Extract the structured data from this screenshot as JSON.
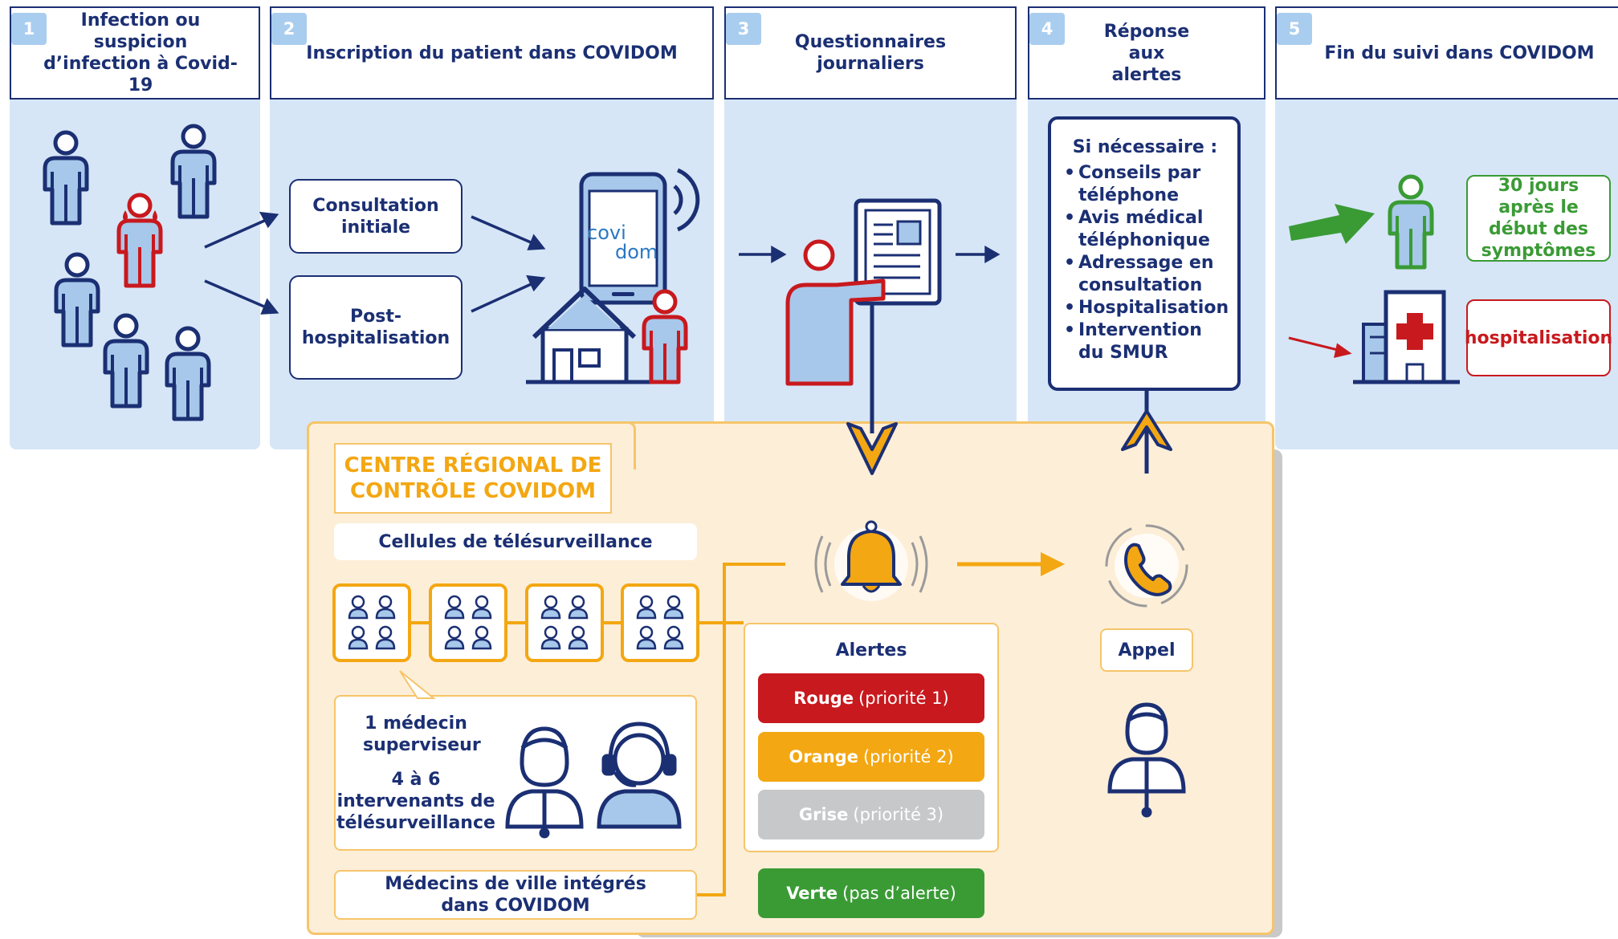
{
  "stages": [
    {
      "num": "1",
      "title": "Infection ou suspicion d’infection à Covid-19"
    },
    {
      "num": "2",
      "title": "Inscription du patient dans COVIDOM"
    },
    {
      "num": "3",
      "title": "Questionnaires journaliers"
    },
    {
      "num": "4",
      "title": "Réponse aux alertes"
    },
    {
      "num": "5",
      "title": "Fin du suivi dans COVIDOM"
    }
  ],
  "inscription": {
    "consultation": "Consultation initiale",
    "post_hospitalisation": "Post-hospitalisation",
    "app_name_line1": "covi",
    "app_name_line2": "dom"
  },
  "response": {
    "heading": "Si nécessaire :",
    "items": [
      "Conseils par téléphone",
      "Avis médical téléphonique",
      "Adressage en consultation",
      "Hospitalisation",
      "Intervention du SMUR"
    ]
  },
  "end": {
    "recovery": "30 jours après le début des symptômes",
    "hospitalisation": "hospitalisation"
  },
  "centre": {
    "title": "CENTRE RÉGIONAL DE CONTRÔLE COVIDOM",
    "cells_label": "Cellules de télésurveillance",
    "staff_line1": "1 médecin superviseur",
    "staff_line2": "4 à 6 intervenants de télésurveillance",
    "city_doctors": "Médecins de ville intégrés dans COVIDOM",
    "alerts_title": "Alertes",
    "alerts": [
      {
        "level": "Rouge",
        "priority": "(priorité 1)",
        "color": "#c8191e"
      },
      {
        "level": "Orange",
        "priority": "(priorité 2)",
        "color": "#f3a712"
      },
      {
        "level": "Grise",
        "priority": "(priorité 3)",
        "color": "#c7c8ca"
      }
    ],
    "green": {
      "level": "Verte",
      "priority": "(pas d’alerte)",
      "color": "#3a9b35"
    },
    "call_label": "Appel"
  },
  "colors": {
    "navy": "#1b2f73",
    "light_blue": "#d6e6f7",
    "accent_orange": "#f3a712",
    "red": "#c8191e",
    "green": "#3a9b35"
  }
}
